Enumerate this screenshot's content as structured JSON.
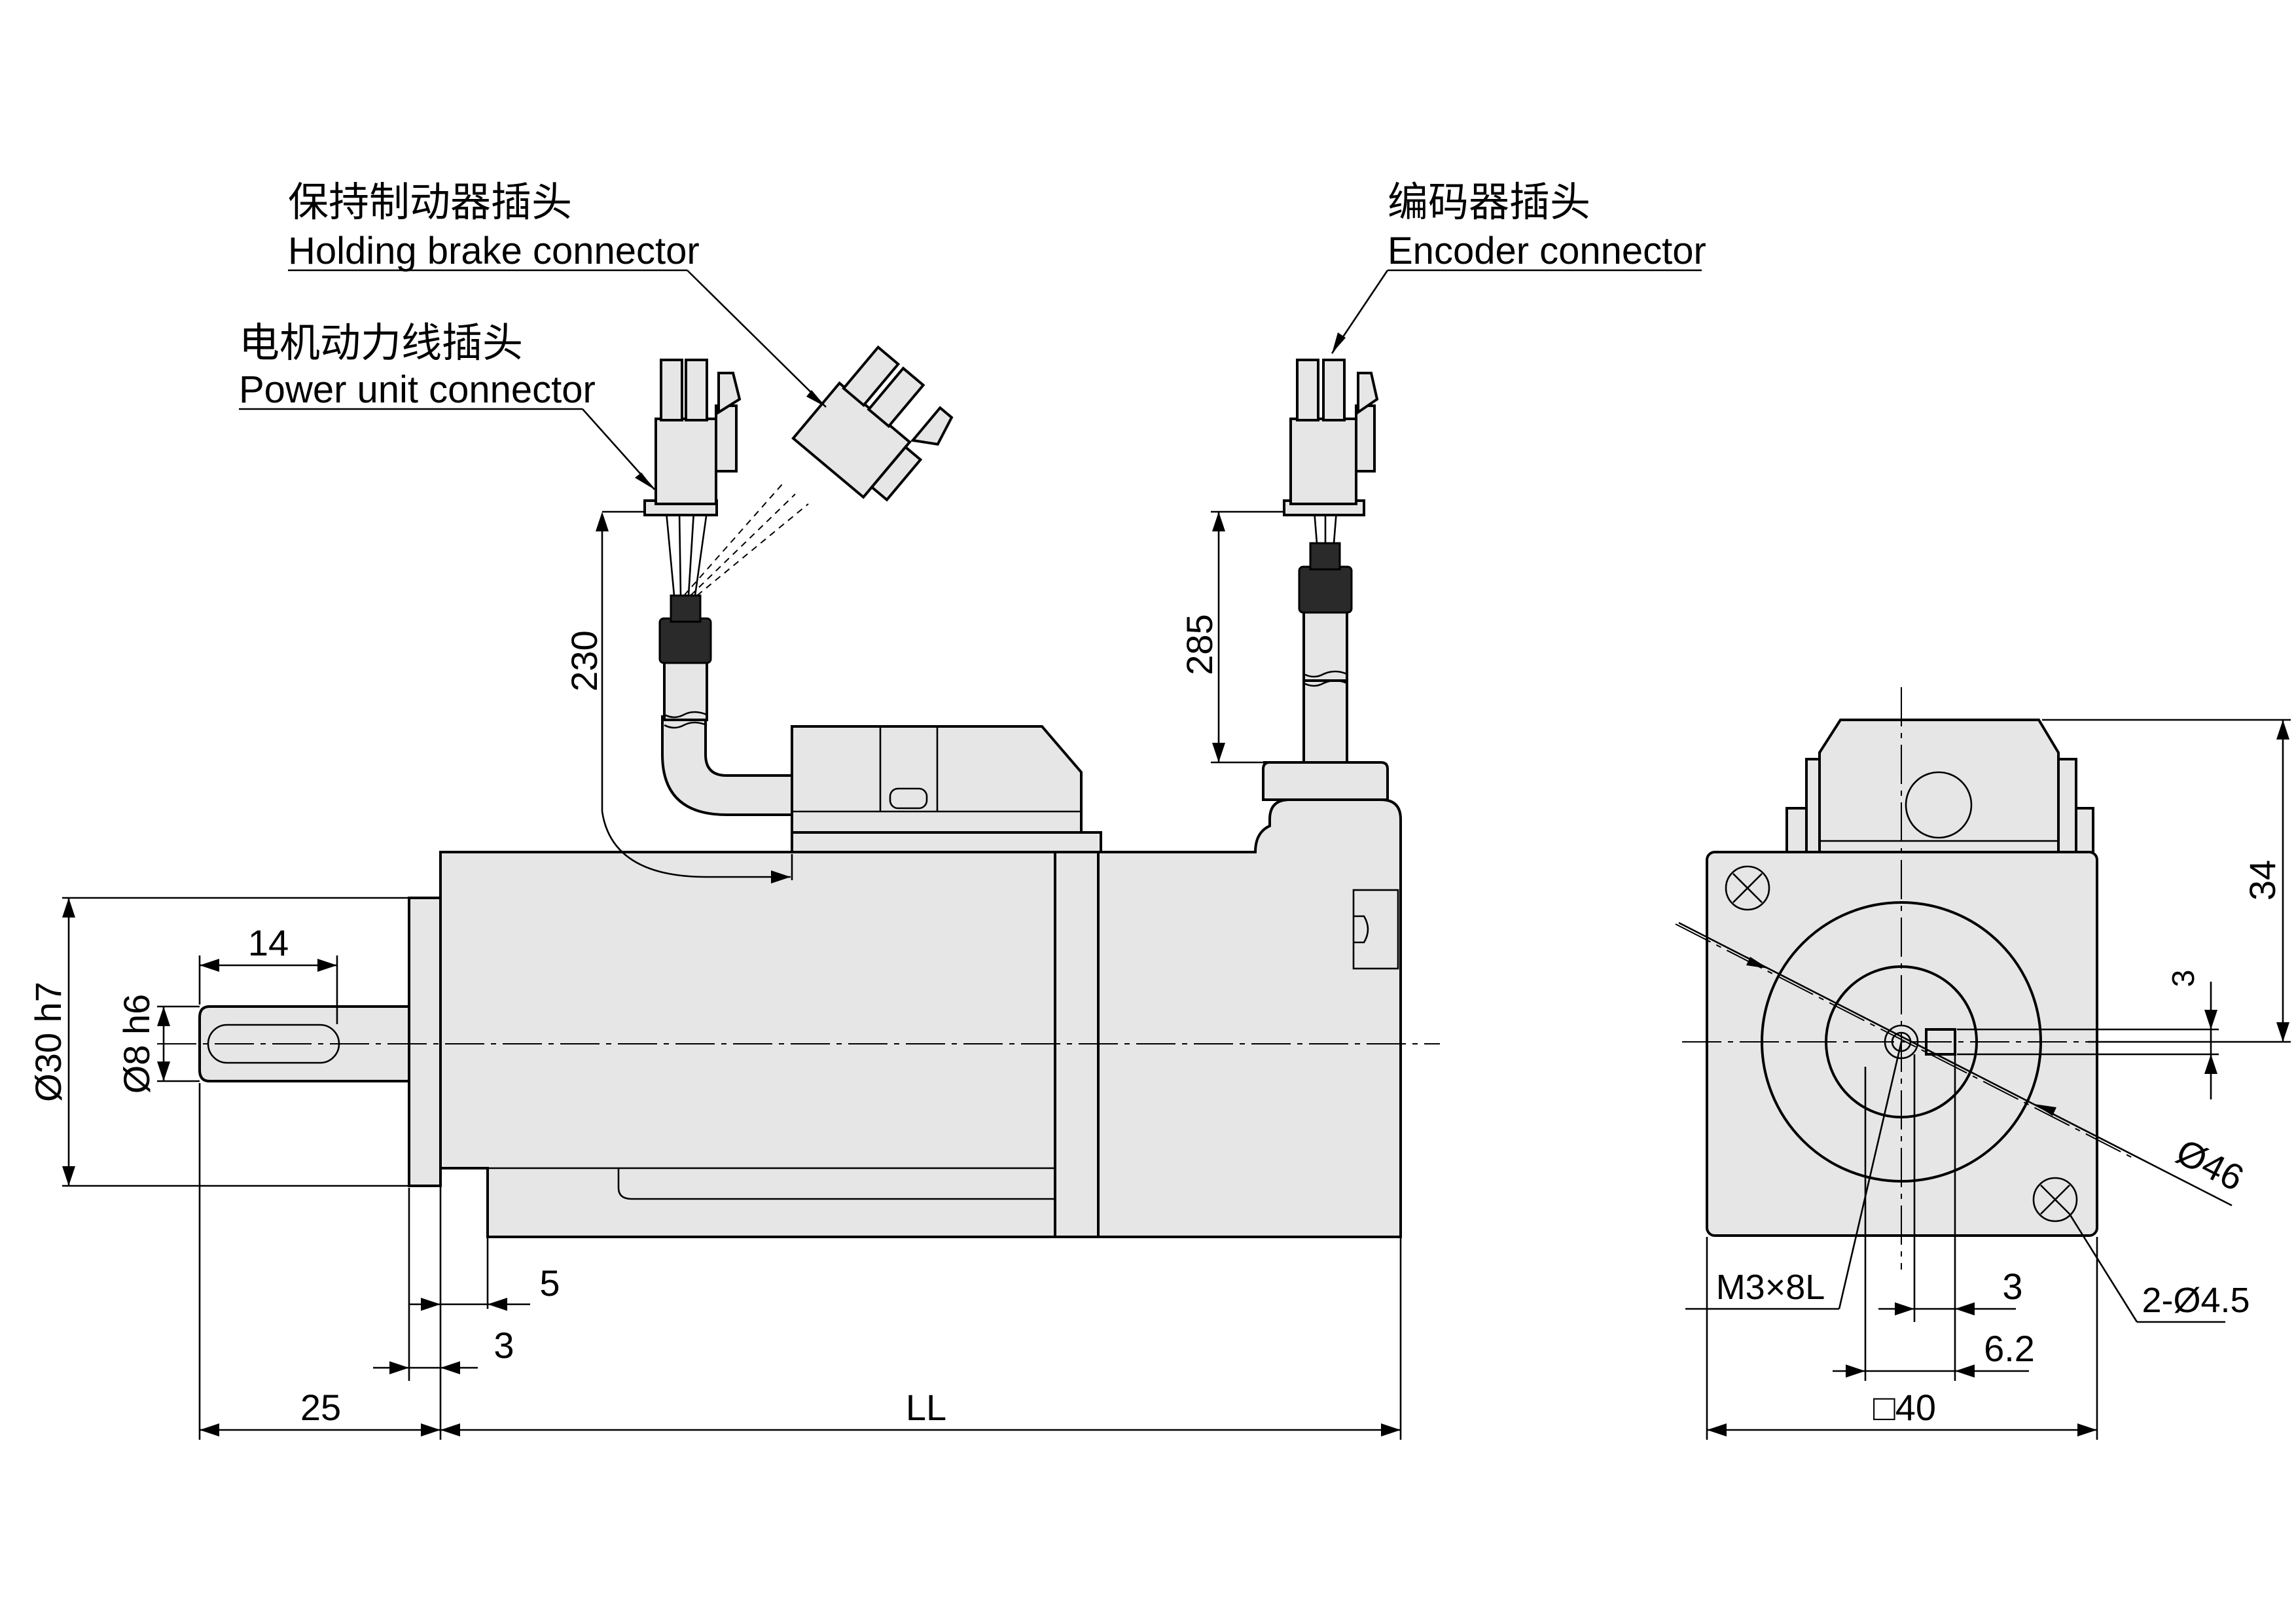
{
  "labels": {
    "brake_cn": "保持制动器插头",
    "brake_en": "Holding brake connector",
    "encoder_cn": "编码器插头",
    "encoder_en": "Encoder connector",
    "power_cn": "电机动力线插头",
    "power_en": "Power unit connector"
  },
  "dimensions": {
    "d230": "230",
    "d285": "285",
    "d14": "14",
    "d30h7": "Ø30 h7",
    "d8h6": "Ø8 h6",
    "d5": "5",
    "d3_side": "3",
    "d25": "25",
    "dLL": "LL",
    "d34": "34",
    "d3_key": "3",
    "d46": "Ø46",
    "dM3": "M3×8L",
    "d45": "2-Ø4.5",
    "d3_front": "3",
    "d62": "6.2",
    "d40": "□40"
  },
  "colors": {
    "body_fill": "#e6e6e6",
    "sleeve_fill": "#2a2a2a",
    "line": "#000000"
  }
}
